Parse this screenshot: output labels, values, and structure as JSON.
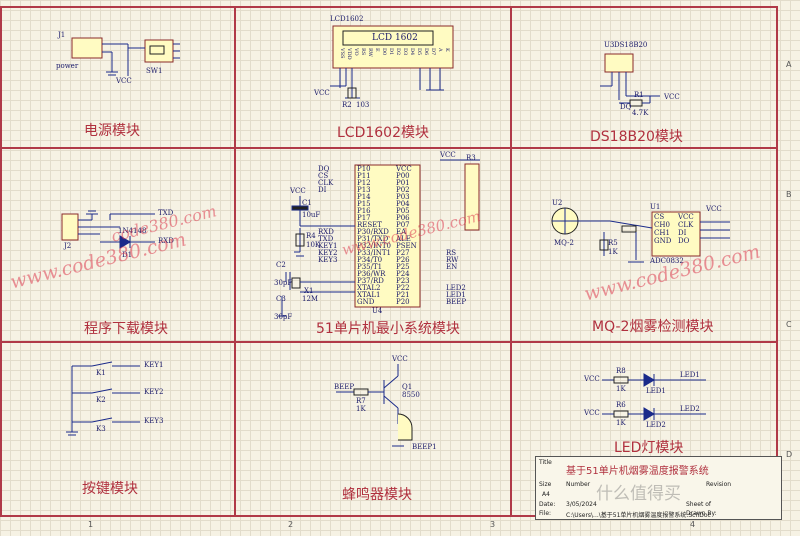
{
  "modules": {
    "power": "电源模块",
    "lcd": "LCD1602模块",
    "ds18b20": "DS18B20模块",
    "download": "程序下载模块",
    "mcu": "51单片机最小系统模块",
    "mq2": "MQ-2烟雾检测模块",
    "keys": "按键模块",
    "buzzer": "蜂鸣器模块",
    "led": "LED灯模块"
  },
  "labels": {
    "power_ref": "J1",
    "power_name": "power",
    "sw1": "SW1",
    "vcc": "VCC",
    "lcd_title": "LCD1602",
    "lcd_box": "LCD 1602",
    "r2": "R2",
    "r2_val": "103",
    "u3": "U3",
    "ds_part": "DS18B20",
    "r1": "R1",
    "r1_val": "4.7K",
    "dq": "DQ",
    "j2": "J2",
    "d1": "D1",
    "d1_part": "1N4148",
    "txd": "TXD",
    "rxd": "RXD",
    "c1": "C1",
    "c1_val": "10uF",
    "r4": "R4",
    "r4_val": "10K",
    "c2": "C2",
    "c2_val": "30pF",
    "c3": "C3",
    "c3_val": "30pF",
    "x1": "X1",
    "x1_val": "12M",
    "u4": "U4",
    "r3": "R3",
    "u1": "U1",
    "u2": "U2",
    "mq2_part": "MQ-2",
    "adc_part": "ADC0832",
    "r5": "R5",
    "r5_val": "1K",
    "key1": "KEY1",
    "key2": "KEY2",
    "key3": "KEY3",
    "k1": "K1",
    "k2": "K2",
    "k3": "K3",
    "beep": "BEEP",
    "r7": "R7",
    "r7_val": "1K",
    "q1": "Q1",
    "q1_part": "8550",
    "beep1": "BEEP1",
    "r8": "R8",
    "r6": "R6",
    "r_1k": "1K",
    "led1": "LED1",
    "led2": "LED2",
    "led1_net": "LED1",
    "led2_net": "LED2"
  },
  "mcu_pins_left": [
    "P10",
    "P11",
    "P12",
    "P13",
    "P14",
    "P15",
    "P16",
    "P17",
    "RESET",
    "P30/RXD",
    "P31/TXD",
    "P32/INT0",
    "P33/INT1",
    "P34/T0",
    "P35/T1",
    "P36/WR",
    "P37/RD",
    "XTAL2",
    "XTAL1",
    "GND"
  ],
  "mcu_pins_right": [
    "VCC",
    "P00",
    "P01",
    "P02",
    "P03",
    "P04",
    "P05",
    "P06",
    "P07",
    "EA",
    "ALE",
    "PSEN",
    "P27",
    "P26",
    "P25",
    "P24",
    "P23",
    "P22",
    "P21",
    "P20"
  ],
  "mcu_nets_left": [
    "DQ",
    "CS",
    "CLK",
    "DI",
    "",
    "",
    "",
    "",
    "",
    "RXD",
    "TXD",
    "KEY1",
    "KEY2",
    "KEY3",
    "",
    "",
    "",
    "",
    "",
    ""
  ],
  "mcu_nets_right": [
    "",
    "",
    "",
    "",
    "",
    "",
    "",
    "",
    "",
    "",
    "",
    "",
    "RS",
    "RW",
    "EN",
    "",
    "",
    "LED2",
    "LED1",
    "BEEP"
  ],
  "lcd_pins": [
    "VSS",
    "VDD",
    "VO",
    "RS",
    "RW",
    "E",
    "D0",
    "D1",
    "D2",
    "D3",
    "D4",
    "D5",
    "D6",
    "D7",
    "A",
    "K"
  ],
  "adc_pins": [
    "CS",
    "CH0",
    "CH1",
    "GND",
    "VCC",
    "CLK",
    "DI",
    "DO"
  ],
  "watermarks": [
    "www.code380.com",
    "code380.com",
    "www.code380.com",
    "www.code380.com"
  ],
  "title_block": {
    "title_label": "Title",
    "title": "基于51单片机烟雾温度报警系统",
    "size_label": "Size",
    "size": "A4",
    "number_label": "Number",
    "revision_label": "Revision",
    "date_label": "Date:",
    "date": "3/05/2024",
    "sheet_label": "Sheet of",
    "file_label": "File:",
    "file": "C:\\Users\\...\\基于51单片机烟雾温度报警系统.SchDoc",
    "drawn_label": "Drawn By:",
    "overlay": "什么值得买"
  },
  "ruler": {
    "top": [
      "1",
      "2",
      "3",
      "4"
    ],
    "right": [
      "A",
      "B",
      "C",
      "D"
    ]
  }
}
